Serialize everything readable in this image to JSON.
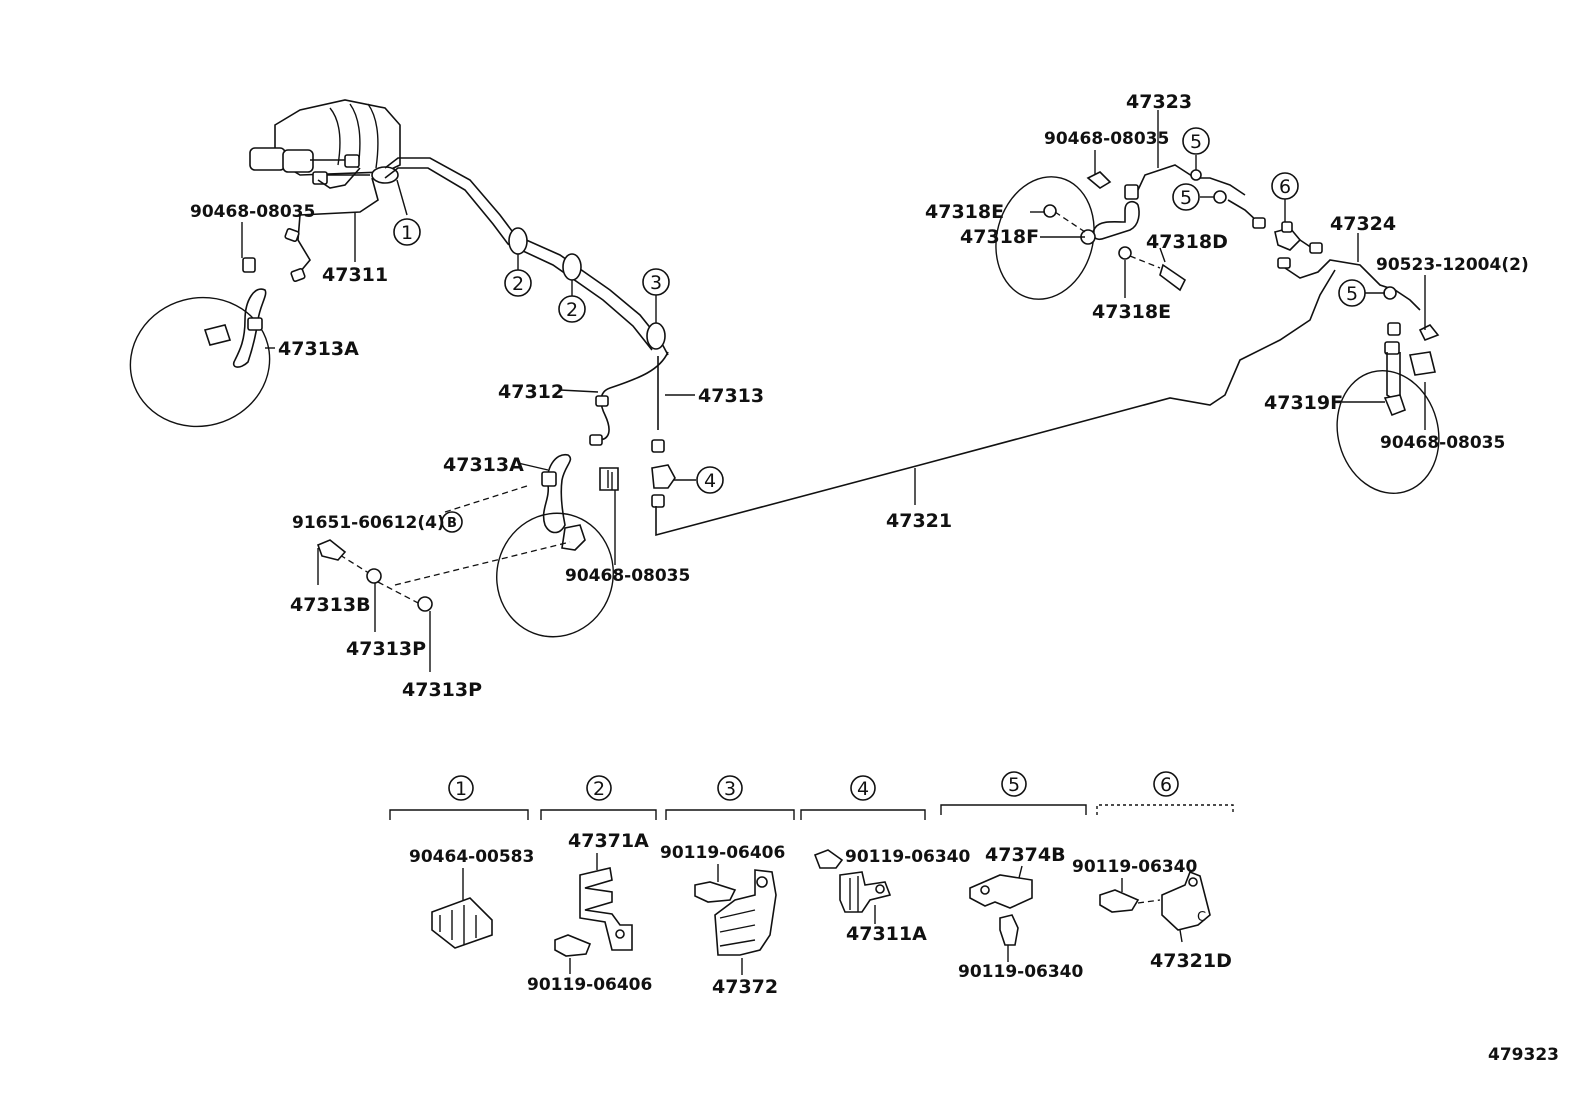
{
  "diagram_id": "479323",
  "labels": {
    "l47311": "47311",
    "l90468_a": "90468-08035",
    "l47313A_a": "47313A",
    "l47312": "47312",
    "l47313": "47313",
    "l47313A_b": "47313A",
    "l91651": "91651-60612(4)",
    "l90468_b": "90468-08035",
    "l47313B": "47313B",
    "l47313P_a": "47313P",
    "l47313P_b": "47313P",
    "l47321": "47321",
    "l47323": "47323",
    "l90468_c": "90468-08035",
    "l47318E_a": "47318E",
    "l47318F": "47318F",
    "l47318D": "47318D",
    "l47318E_b": "47318E",
    "l47324": "47324",
    "l90523": "90523-12004(2)",
    "l47319F": "47319F",
    "l90468_d": "90468-08035"
  },
  "callouts": {
    "c1": "1",
    "c2a": "2",
    "c2b": "2",
    "c3": "3",
    "c4": "4",
    "c5a": "5",
    "c5b": "5",
    "c5c": "5",
    "c6": "6",
    "b_marker": "B"
  },
  "legend": {
    "h1": "1",
    "h2": "2",
    "h3": "3",
    "h4": "4",
    "h5": "5",
    "h6": "6",
    "g1_part": "90464-00583",
    "g2_part_a": "47371A",
    "g2_part_b": "90119-06406",
    "g3_part_a": "90119-06406",
    "g3_part_b": "47372",
    "g4_part_a": "90119-06340",
    "g4_part_b": "47311A",
    "g5_part_a": "47374B",
    "g5_part_b": "90119-06340",
    "g6_part_a": "90119-06340",
    "g6_part_b": "47321D"
  }
}
